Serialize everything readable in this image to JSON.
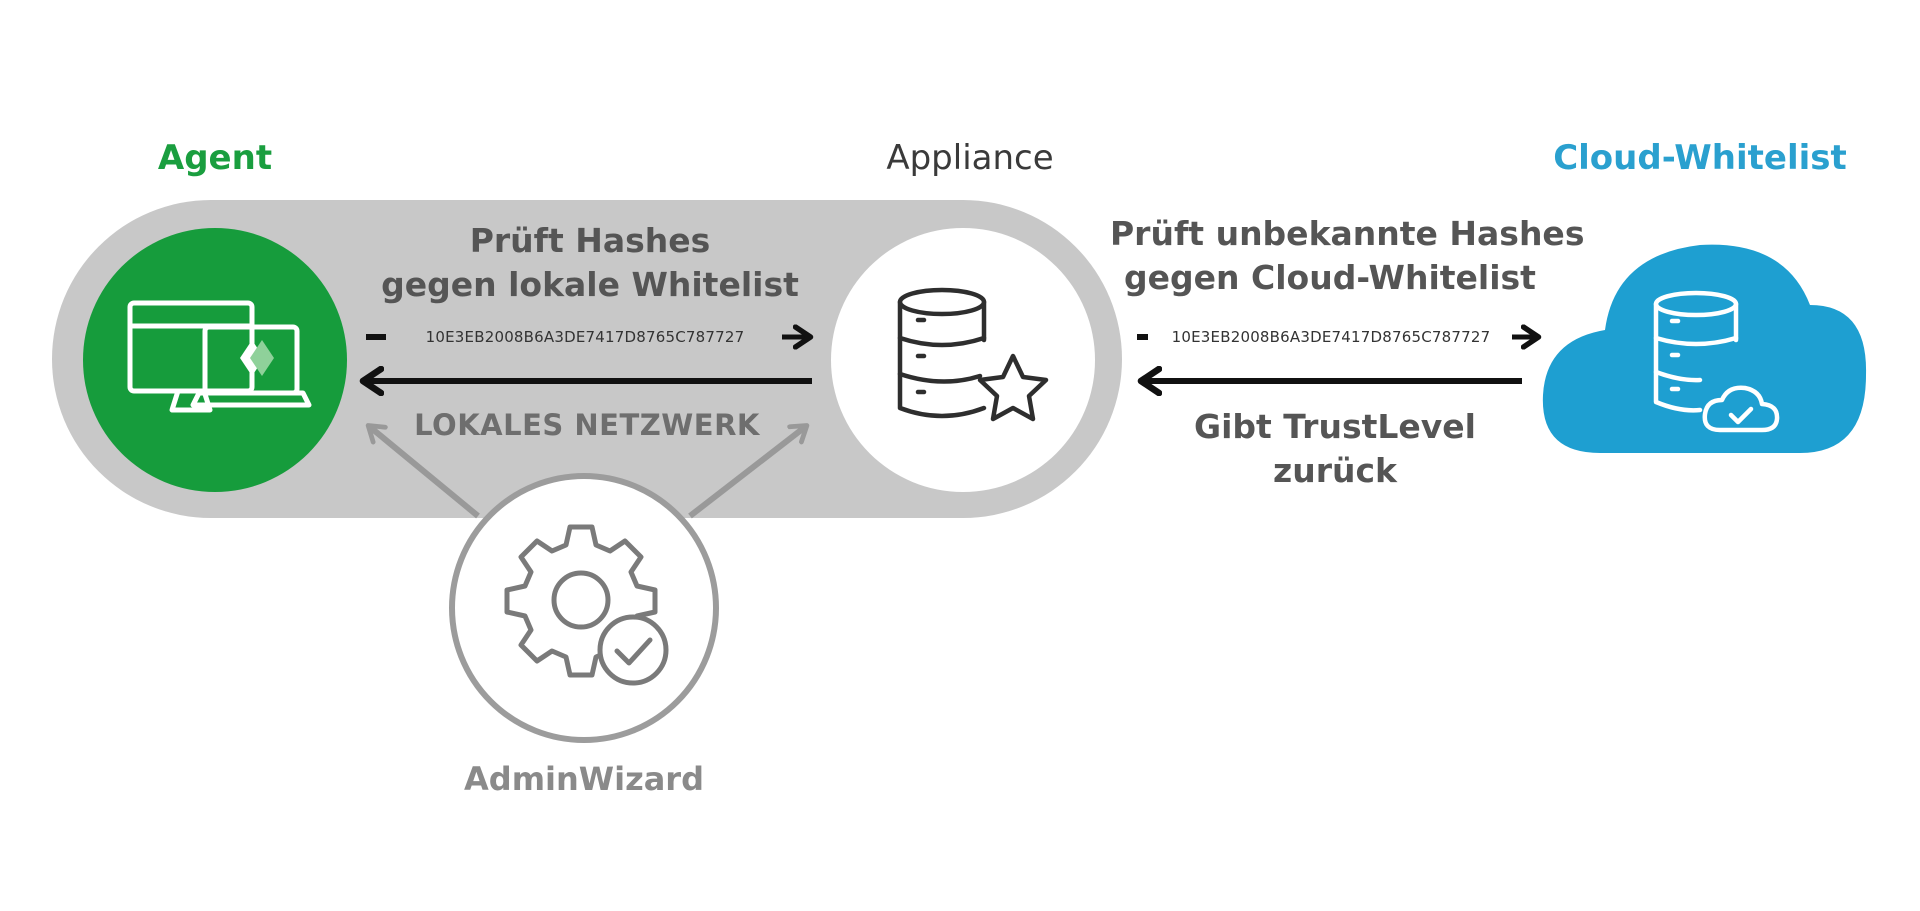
{
  "nodes": {
    "agent": {
      "label": "Agent",
      "color": "#1a9e3f"
    },
    "appliance": {
      "label": "Appliance",
      "color": "#3a3a3a"
    },
    "cloud": {
      "label": "Cloud-Whitelist",
      "color": "#2aa0cf"
    },
    "adminwizard": {
      "label": "AdminWizard",
      "color": "#8a8a8a"
    }
  },
  "edges": {
    "local_check": {
      "line1": "Prüft Hashes",
      "line2": "gegen lokale Whitelist",
      "hash": "10E3EB2008B6A3DE7417D8765C787727"
    },
    "cloud_check": {
      "line1": "Prüft unbekannte Hashes",
      "line2": "gegen Cloud-Whitelist",
      "hash": "10E3EB2008B6A3DE7417D8765C787727"
    },
    "trust_return": {
      "line1": "Gibt TrustLevel",
      "line2": "zurück"
    }
  },
  "network": {
    "label": "LOKALES NETZWERK",
    "color": "#c8c8c8"
  },
  "icons": {
    "agent": "computers-icon",
    "appliance": "database-star-icon",
    "cloud": "cloud-database-icon",
    "adminwizard": "gear-check-icon"
  }
}
